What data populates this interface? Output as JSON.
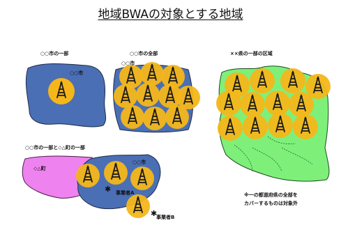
{
  "title": "地域BWAの対象とする地域",
  "panels": {
    "city_part": {
      "caption": "○○市の一部",
      "region_label": "○○市"
    },
    "city_whole": {
      "caption": "○○市の全部",
      "region_label": "○○市"
    },
    "prefecture_part": {
      "caption": "××県の一部の区域",
      "note_line1": "※一の都道府県の全部を",
      "note_line2": "カバーするものは対象外"
    },
    "city_and_town": {
      "caption": "○○市の一部と◇△町の一部",
      "town_label": "◇△町",
      "city_label": "○○市",
      "station_a": "事業者A",
      "station_b": "事業者B"
    }
  },
  "colors": {
    "city": "#4a6fb5",
    "coverage": "#f4b61a",
    "prefecture": "#7ef07a",
    "town": "#ee82ee",
    "tower": "#1a1a1a"
  },
  "icons": {
    "tower": "radio-tower-icon",
    "station_marker": "asterisk-marker-icon"
  }
}
